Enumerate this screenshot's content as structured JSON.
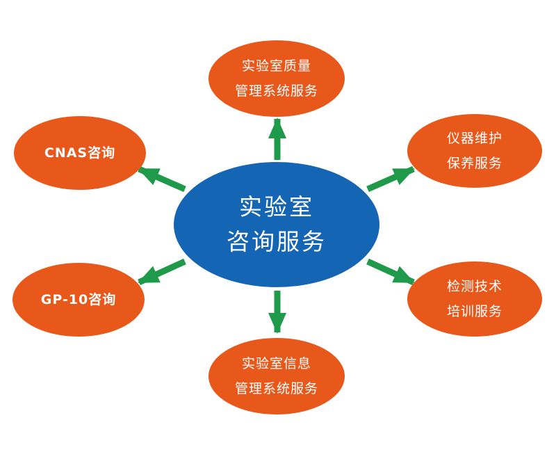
{
  "diagram": {
    "center": {
      "lines": [
        "实验室",
        "咨询服务"
      ],
      "color": "#1565b5"
    },
    "satellites": {
      "top": {
        "lines": [
          "实验室质量",
          "管理系统服务"
        ]
      },
      "top_left": {
        "lines": [
          "CNAS咨询"
        ]
      },
      "top_right": {
        "lines": [
          "仪器维护",
          "保养服务"
        ]
      },
      "bottom_left": {
        "lines": [
          "GP-10咨询"
        ]
      },
      "bottom_right": {
        "lines": [
          "检测技术",
          "培训服务"
        ]
      },
      "bottom": {
        "lines": [
          "实验室信息",
          "管理系统服务"
        ]
      }
    },
    "colors": {
      "satellite_fill": "#e8581a",
      "arrow": "#1f9a4a",
      "text": "#ffffff",
      "background": "#ffffff"
    }
  }
}
